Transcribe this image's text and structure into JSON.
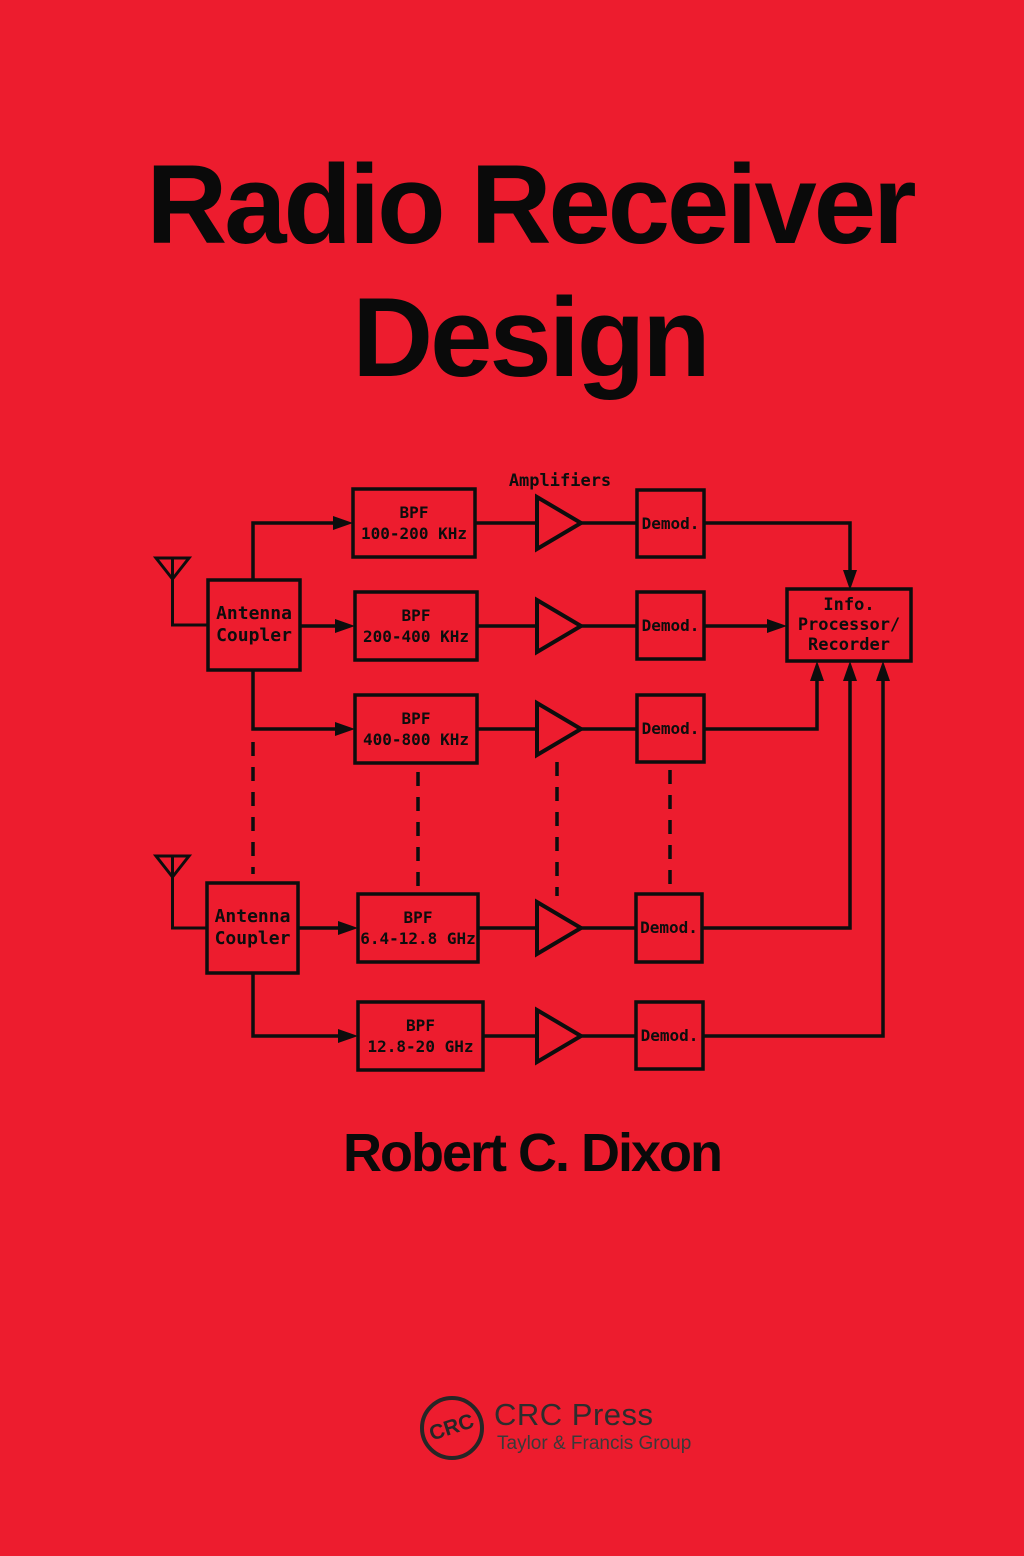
{
  "cover": {
    "title_line1": "Radio Receiver",
    "title_line2": "Design",
    "author": "Robert C. Dixon"
  },
  "colors": {
    "background_red": "#ED1C2E",
    "diagram_ink": "#0D0D0D",
    "logo_ink": "#262626"
  },
  "diagram": {
    "amplifiers_label": "Amplifiers",
    "antenna_couplers": [
      {
        "line1": "Antenna",
        "line2": "Coupler"
      },
      {
        "line1": "Antenna",
        "line2": "Coupler"
      }
    ],
    "bpf_boxes": [
      {
        "line1": "BPF",
        "line2": "100-200 KHz"
      },
      {
        "line1": "BPF",
        "line2": "200-400 KHz"
      },
      {
        "line1": "BPF",
        "line2": "400-800 KHz"
      },
      {
        "line1": "BPF",
        "line2": "6.4-12.8 GHz"
      },
      {
        "line1": "BPF",
        "line2": "12.8-20 GHz"
      }
    ],
    "demod_boxes": [
      {
        "label": "Demod."
      },
      {
        "label": "Demod."
      },
      {
        "label": "Demod."
      },
      {
        "label": "Demod."
      },
      {
        "label": "Demod."
      }
    ],
    "info_box": {
      "line1": "Info.",
      "line2": "Processor/",
      "line3": "Recorder"
    }
  },
  "publisher": {
    "monogram": "CRC",
    "name": "CRC Press",
    "group": "Taylor & Francis Group"
  }
}
